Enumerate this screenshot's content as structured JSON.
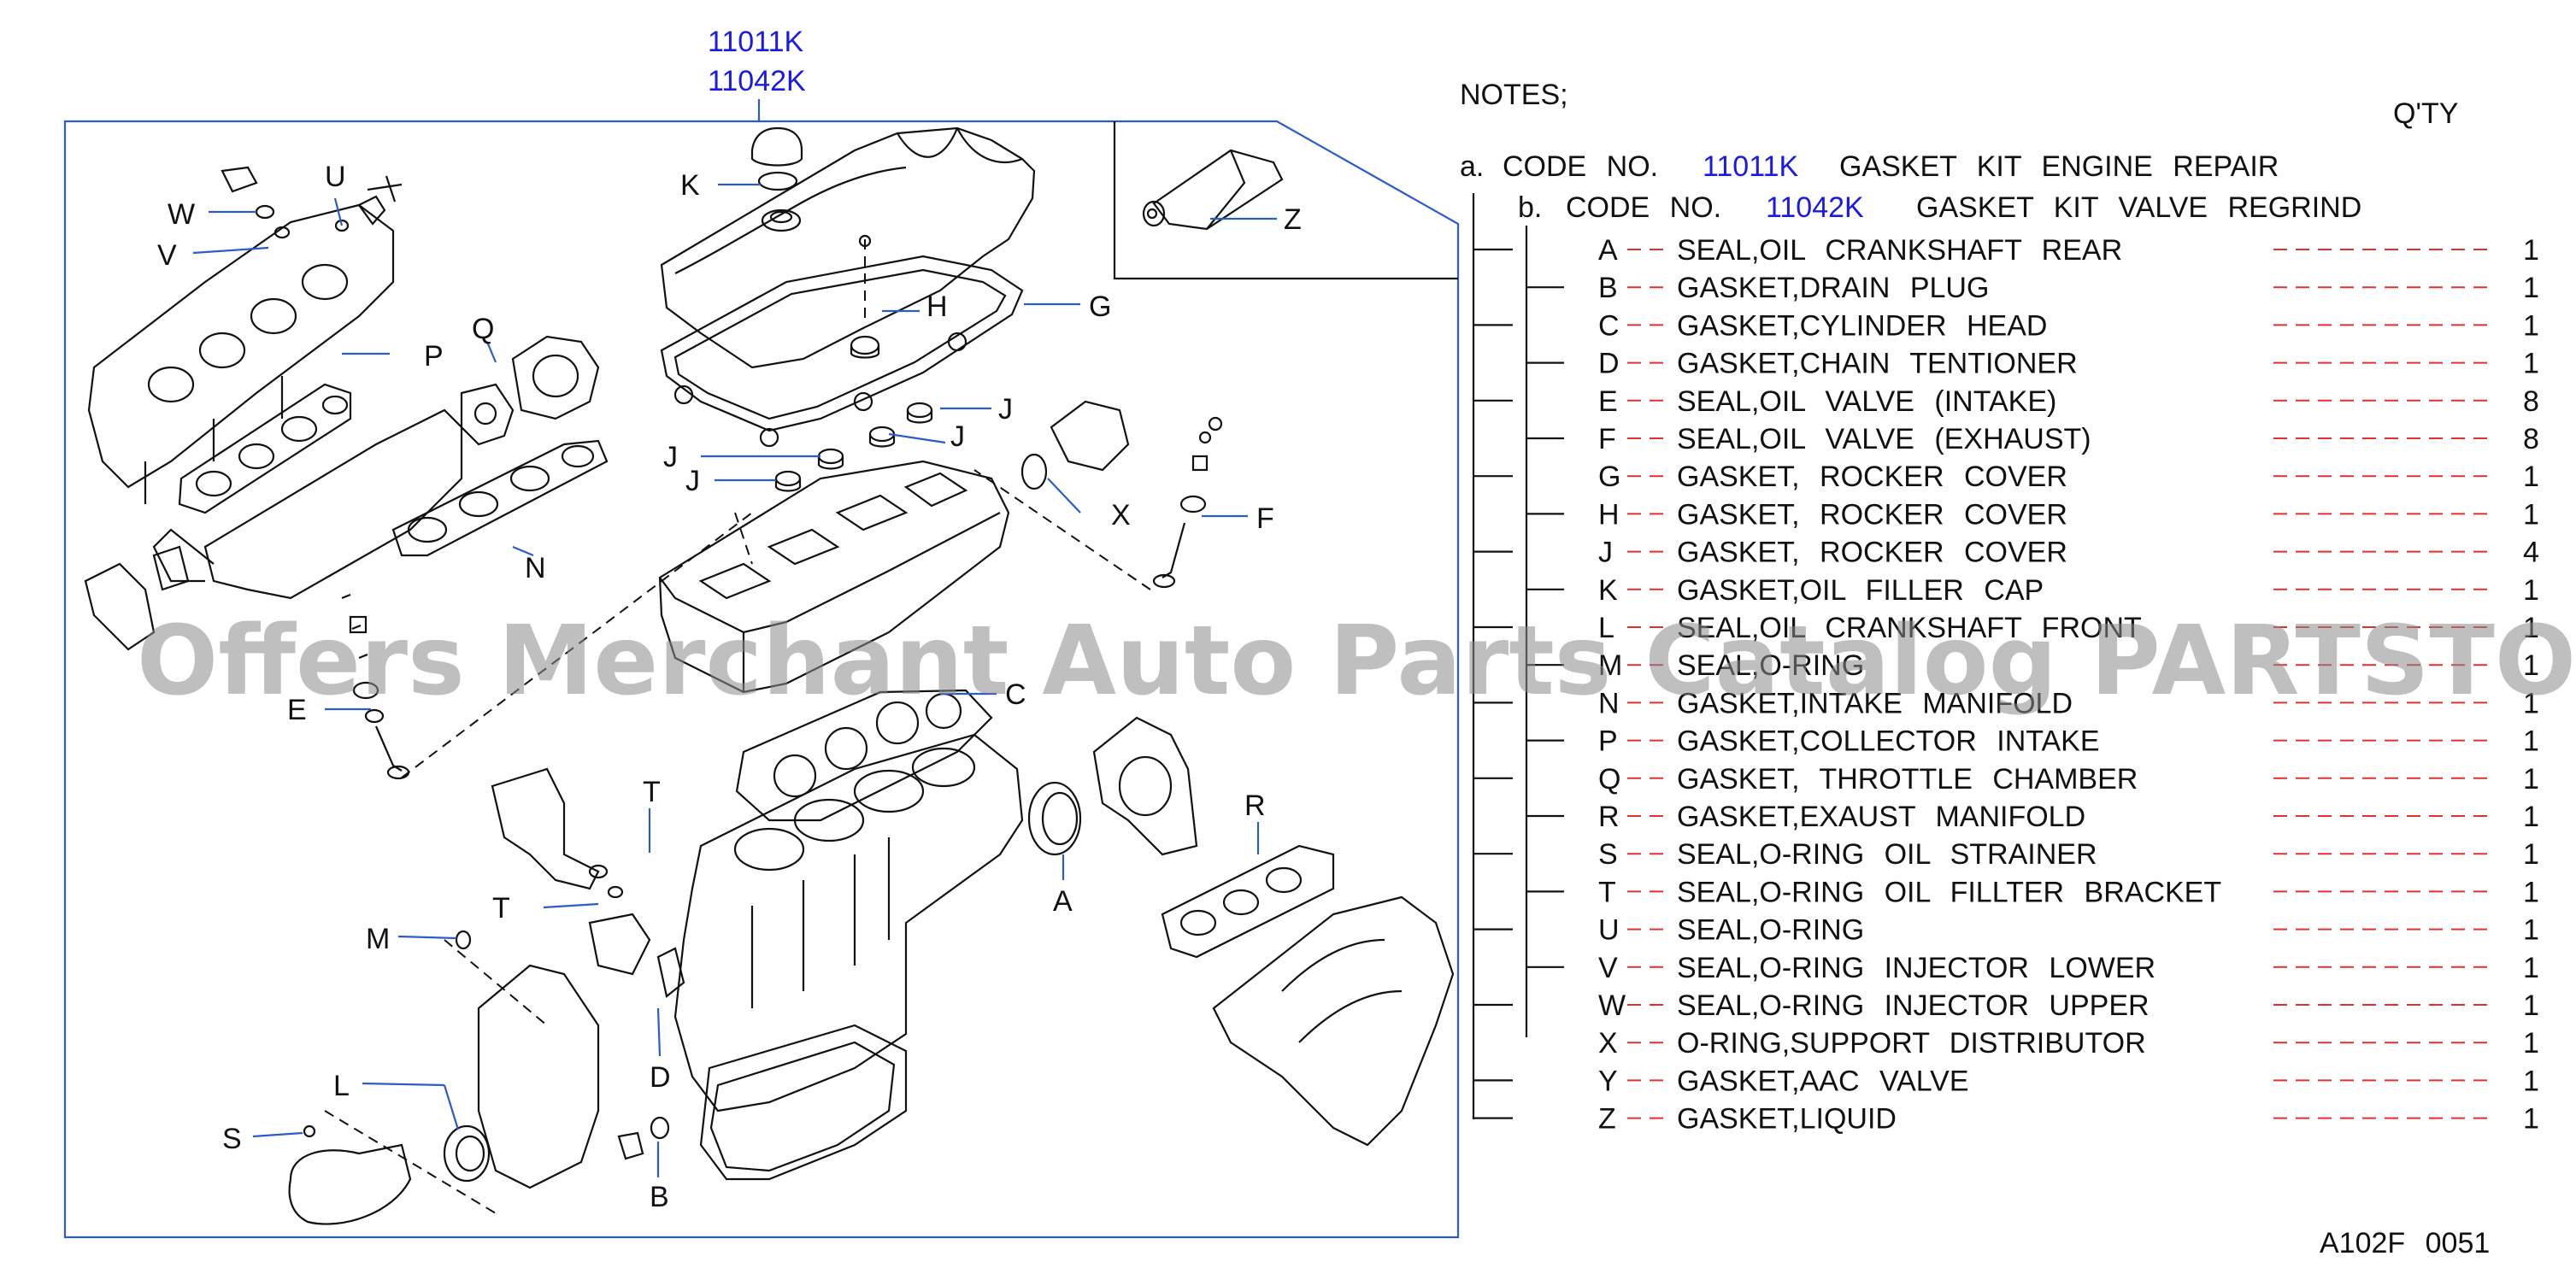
{
  "kit_codes": [
    "11011K",
    "11042K"
  ],
  "notes_title": "NOTES;",
  "qty_header": "Q'TY",
  "note_a": {
    "prefix": "a.",
    "text1": "CODE NO.",
    "code": "11011K",
    "text2": "GASKET KIT ENGINE REPAIR"
  },
  "note_b": {
    "prefix": "b.",
    "text1": "CODE NO.",
    "code": "11042K",
    "text2": "GASKET KIT VALVE REGRIND"
  },
  "parts": [
    {
      "letter": "A",
      "name": "SEAL,OIL CRANKSHAFT REAR",
      "qty": "1"
    },
    {
      "letter": "B",
      "name": "GASKET,DRAIN PLUG",
      "qty": "1"
    },
    {
      "letter": "C",
      "name": "GASKET,CYLINDER HEAD",
      "qty": "1"
    },
    {
      "letter": "D",
      "name": "GASKET,CHAIN TENTIONER",
      "qty": "1"
    },
    {
      "letter": "E",
      "name": "SEAL,OIL VALVE (INTAKE)",
      "qty": "8"
    },
    {
      "letter": "F",
      "name": "SEAL,OIL VALVE (EXHAUST)",
      "qty": "8"
    },
    {
      "letter": "G",
      "name": "GASKET, ROCKER COVER",
      "qty": "1"
    },
    {
      "letter": "H",
      "name": "GASKET, ROCKER COVER",
      "qty": "1"
    },
    {
      "letter": "J",
      "name": "GASKET, ROCKER COVER",
      "qty": "4"
    },
    {
      "letter": "K",
      "name": "GASKET,OIL FILLER CAP",
      "qty": "1"
    },
    {
      "letter": "L",
      "name": "SEAL,OIL CRANKSHAFT FRONT",
      "qty": "1"
    },
    {
      "letter": "M",
      "name": "SEAL,O-RING",
      "qty": "1"
    },
    {
      "letter": "N",
      "name": "GASKET,INTAKE MANIFOLD",
      "qty": "1"
    },
    {
      "letter": "P",
      "name": "GASKET,COLLECTOR INTAKE",
      "qty": "1"
    },
    {
      "letter": "Q",
      "name": "GASKET, THROTTLE CHAMBER",
      "qty": "1"
    },
    {
      "letter": "R",
      "name": "GASKET,EXAUST MANIFOLD",
      "qty": "1"
    },
    {
      "letter": "S",
      "name": "SEAL,O-RING OIL STRAINER",
      "qty": "1"
    },
    {
      "letter": "T",
      "name": "SEAL,O-RING OIL FILLTER BRACKET",
      "qty": "1"
    },
    {
      "letter": "U",
      "name": "SEAL,O-RING",
      "qty": "1"
    },
    {
      "letter": "V",
      "name": "SEAL,O-RING INJECTOR LOWER",
      "qty": "1"
    },
    {
      "letter": "W",
      "name": "SEAL,O-RING INJECTOR UPPER",
      "qty": "1"
    },
    {
      "letter": "X",
      "name": "O-RING,SUPPORT DISTRIBUTOR",
      "qty": "1"
    },
    {
      "letter": "Y",
      "name": "GASKET,AAC VALVE",
      "qty": "1"
    },
    {
      "letter": "Z",
      "name": "GASKET,LIQUID",
      "qty": "1"
    }
  ],
  "diagram_labels": {
    "K": "K",
    "G": "G",
    "H": "H",
    "J": "J",
    "X": "X",
    "F": "F",
    "U": "U",
    "W": "W",
    "V": "V",
    "P": "P",
    "Q": "Q",
    "N": "N",
    "E": "E",
    "C": "C",
    "T": "T",
    "R": "R",
    "A": "A",
    "M": "M",
    "D": "D",
    "L": "L",
    "S": "S",
    "B": "B",
    "Z": "Z"
  },
  "watermark": "Offers Merchant Auto Parts Catalog PARTSTORE.SA",
  "figure_code": "A102F 0051"
}
